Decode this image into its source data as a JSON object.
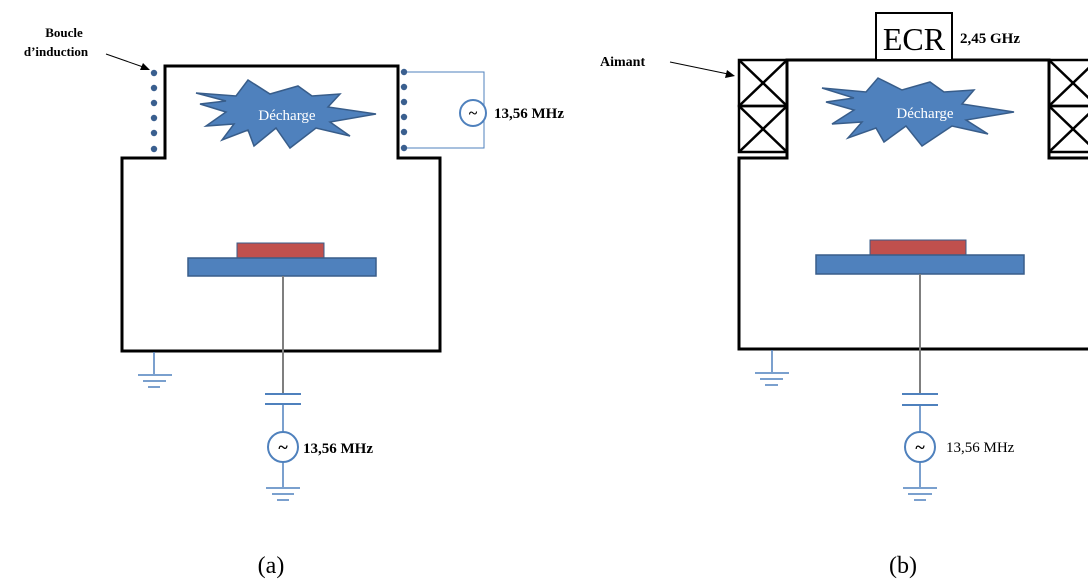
{
  "panel_a": {
    "coil_label_line1": "Boucle",
    "coil_label_line2": "d’induction",
    "discharge_label": "Décharge",
    "coil_source_freq": "13,56 MHz",
    "bias_source_freq": "13,56 MHz",
    "caption": "(a)"
  },
  "panel_b": {
    "magnet_label": "Aimant",
    "ecr_label": "ECR",
    "ecr_freq": "2,45 GHz",
    "discharge_label": "Décharge",
    "bias_source_freq": "13,56 MHz",
    "caption": "(b)"
  },
  "source_symbol": "~",
  "colors": {
    "discharge": "#4f81bd",
    "discharge_edge": "#385d8a",
    "electrode": "#4f81bd",
    "substrate": "#c0504d",
    "coil_dot": "#3a5f8f",
    "wire": "#7f7f7f",
    "ground": "#4f81bd",
    "chamber": "#000000"
  }
}
